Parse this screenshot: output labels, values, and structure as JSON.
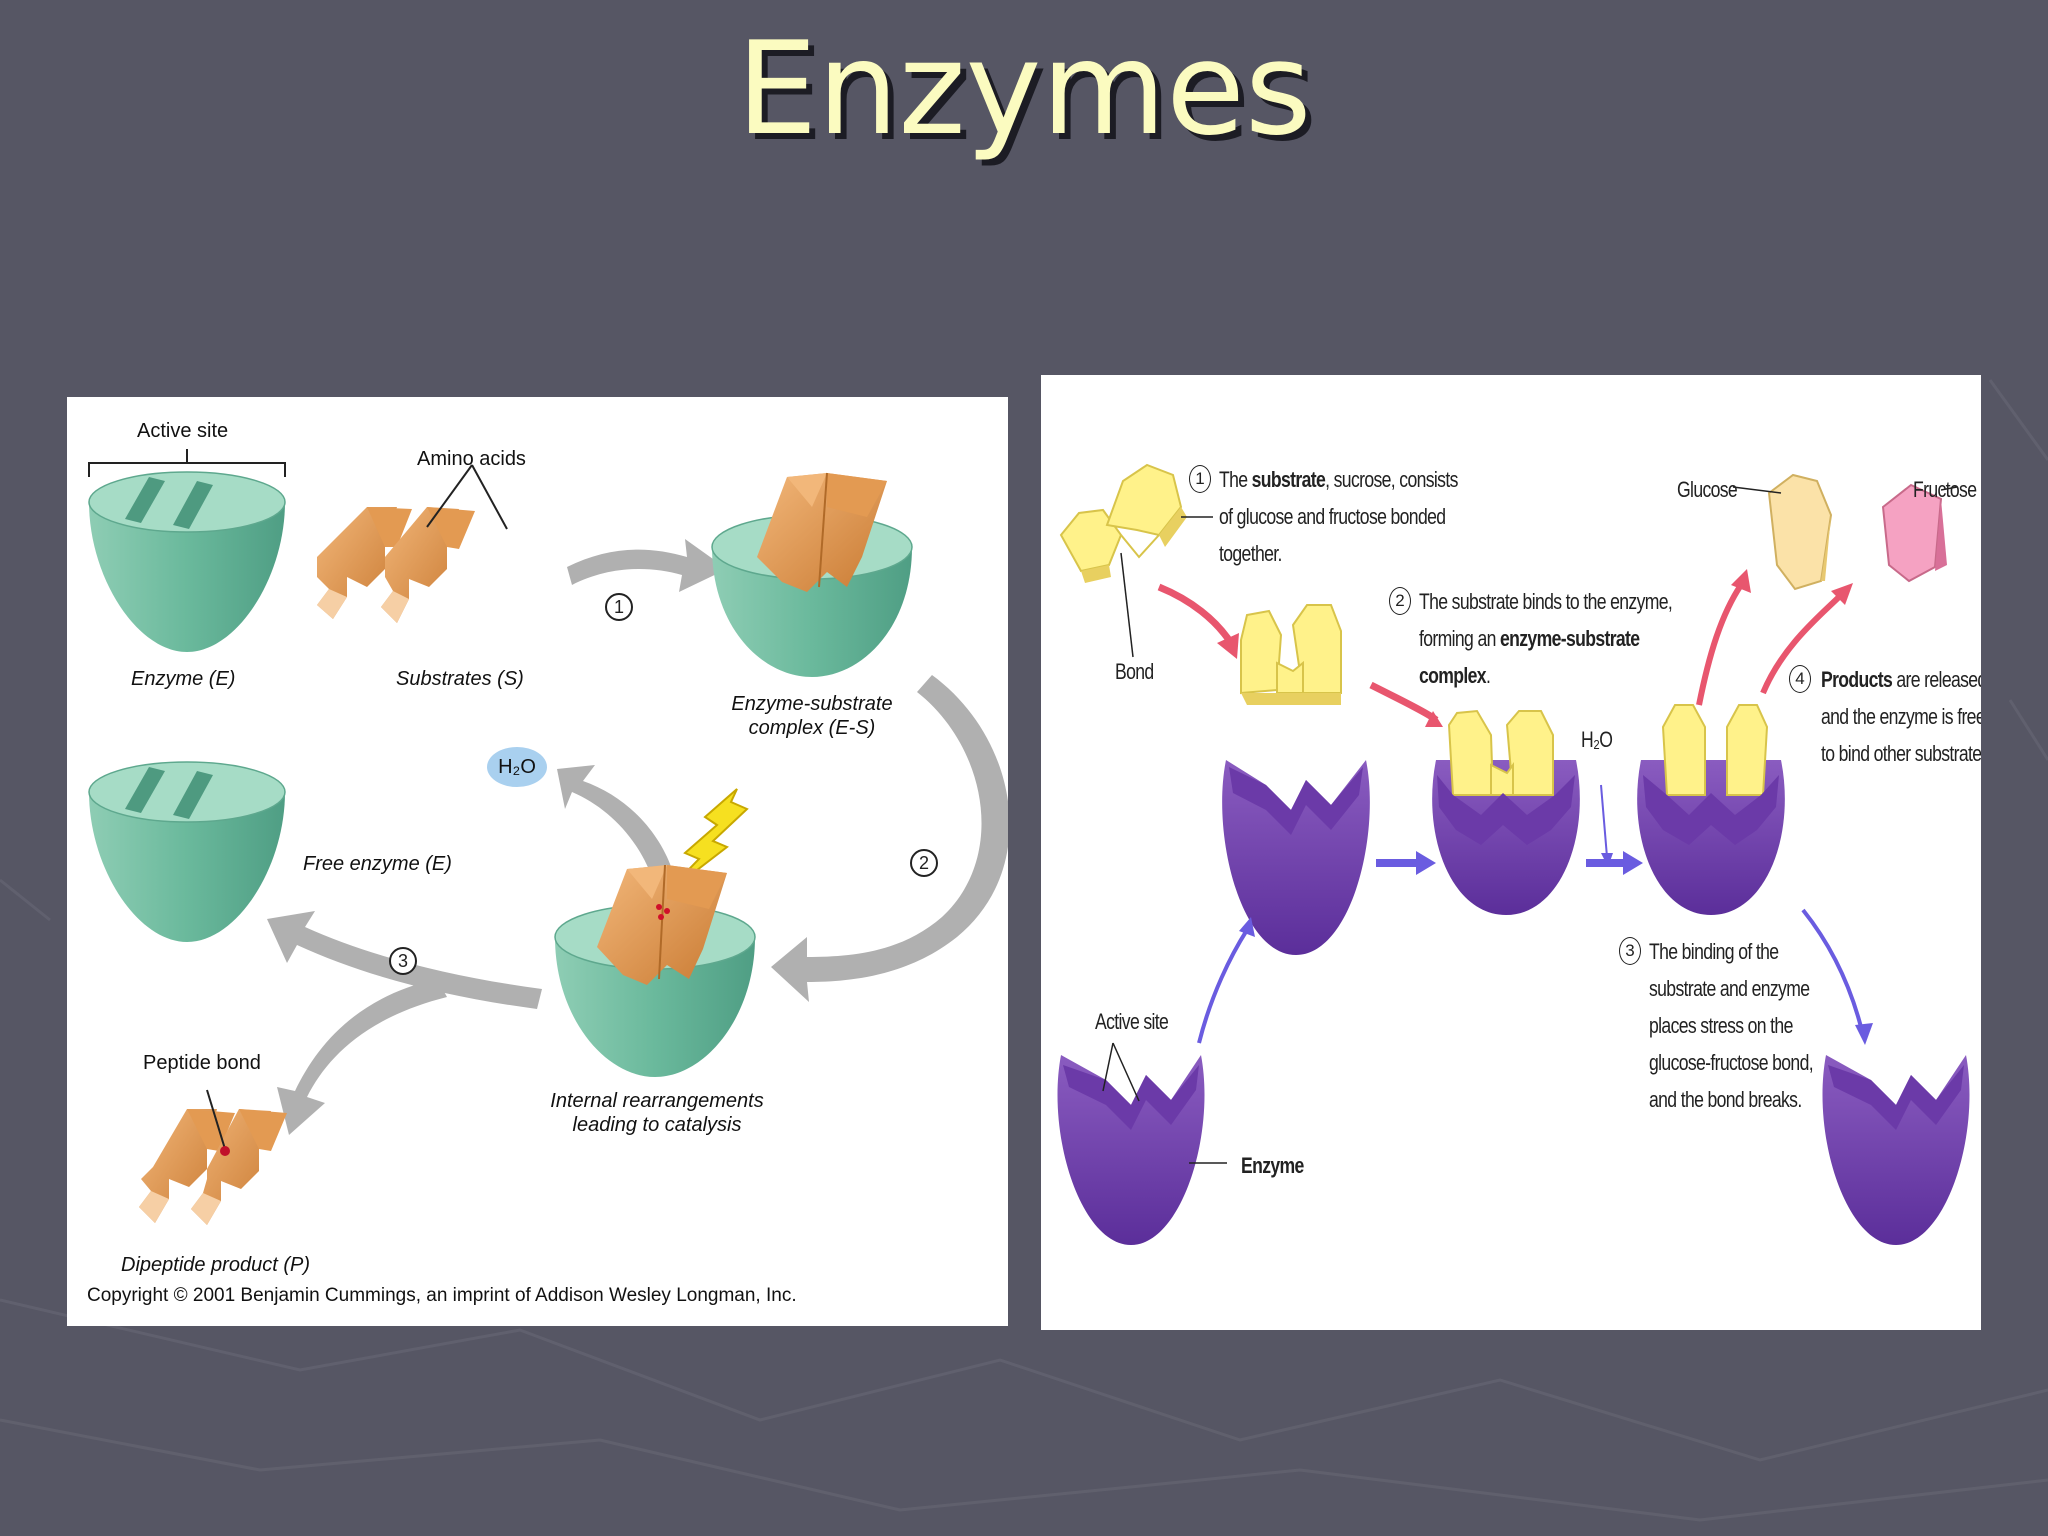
{
  "title": "Enzymes",
  "left_figure": {
    "active_site": "Active site",
    "amino_acids": "Amino acids",
    "plus": "+",
    "enzyme_e": "Enzyme (E)",
    "substrates_s": "Substrates (S)",
    "es_complex_line1": "Enzyme-substrate",
    "es_complex_line2": "complex (E-S)",
    "water": "H₂O",
    "free_enzyme": "Free enzyme (E)",
    "peptide_bond": "Peptide bond",
    "internal_line1": "Internal rearrangements",
    "internal_line2": "leading to catalysis",
    "dipeptide": "Dipeptide product (P)",
    "step1": "1",
    "step2": "2",
    "step3": "3",
    "copyright": "Copyright © 2001 Benjamin Cummings, an imprint of Addison Wesley Longman, Inc."
  },
  "right_figure": {
    "step1_num": "1",
    "step1_l1_a": "The ",
    "step1_l1_b": "substrate",
    "step1_l1_c": ", sucrose, consists",
    "step1_l2": "of glucose and fructose bonded",
    "step1_l3": "together.",
    "step2_num": "2",
    "step2_l1": "The substrate binds to the enzyme,",
    "step2_l2_a": "forming an ",
    "step2_l2_b": "enzyme-substrate",
    "step2_l3_a": "complex",
    "step2_l3_b": ".",
    "step3_num": "3",
    "step3_l1": "The binding of the",
    "step3_l2": "substrate and enzyme",
    "step3_l3": "places stress on the",
    "step3_l4": "glucose-fructose bond,",
    "step3_l5": "and the bond breaks.",
    "step4_num": "4",
    "step4_l1_a": "Products",
    "step4_l1_b": " are released,",
    "step4_l2": "and the enzyme is free",
    "step4_l3": "to bind other substrates.",
    "bond": "Bond",
    "glucose": "Glucose",
    "fructose": "Fructose",
    "water": "H₂O",
    "active_site": "Active site",
    "enzyme": "Enzyme"
  }
}
